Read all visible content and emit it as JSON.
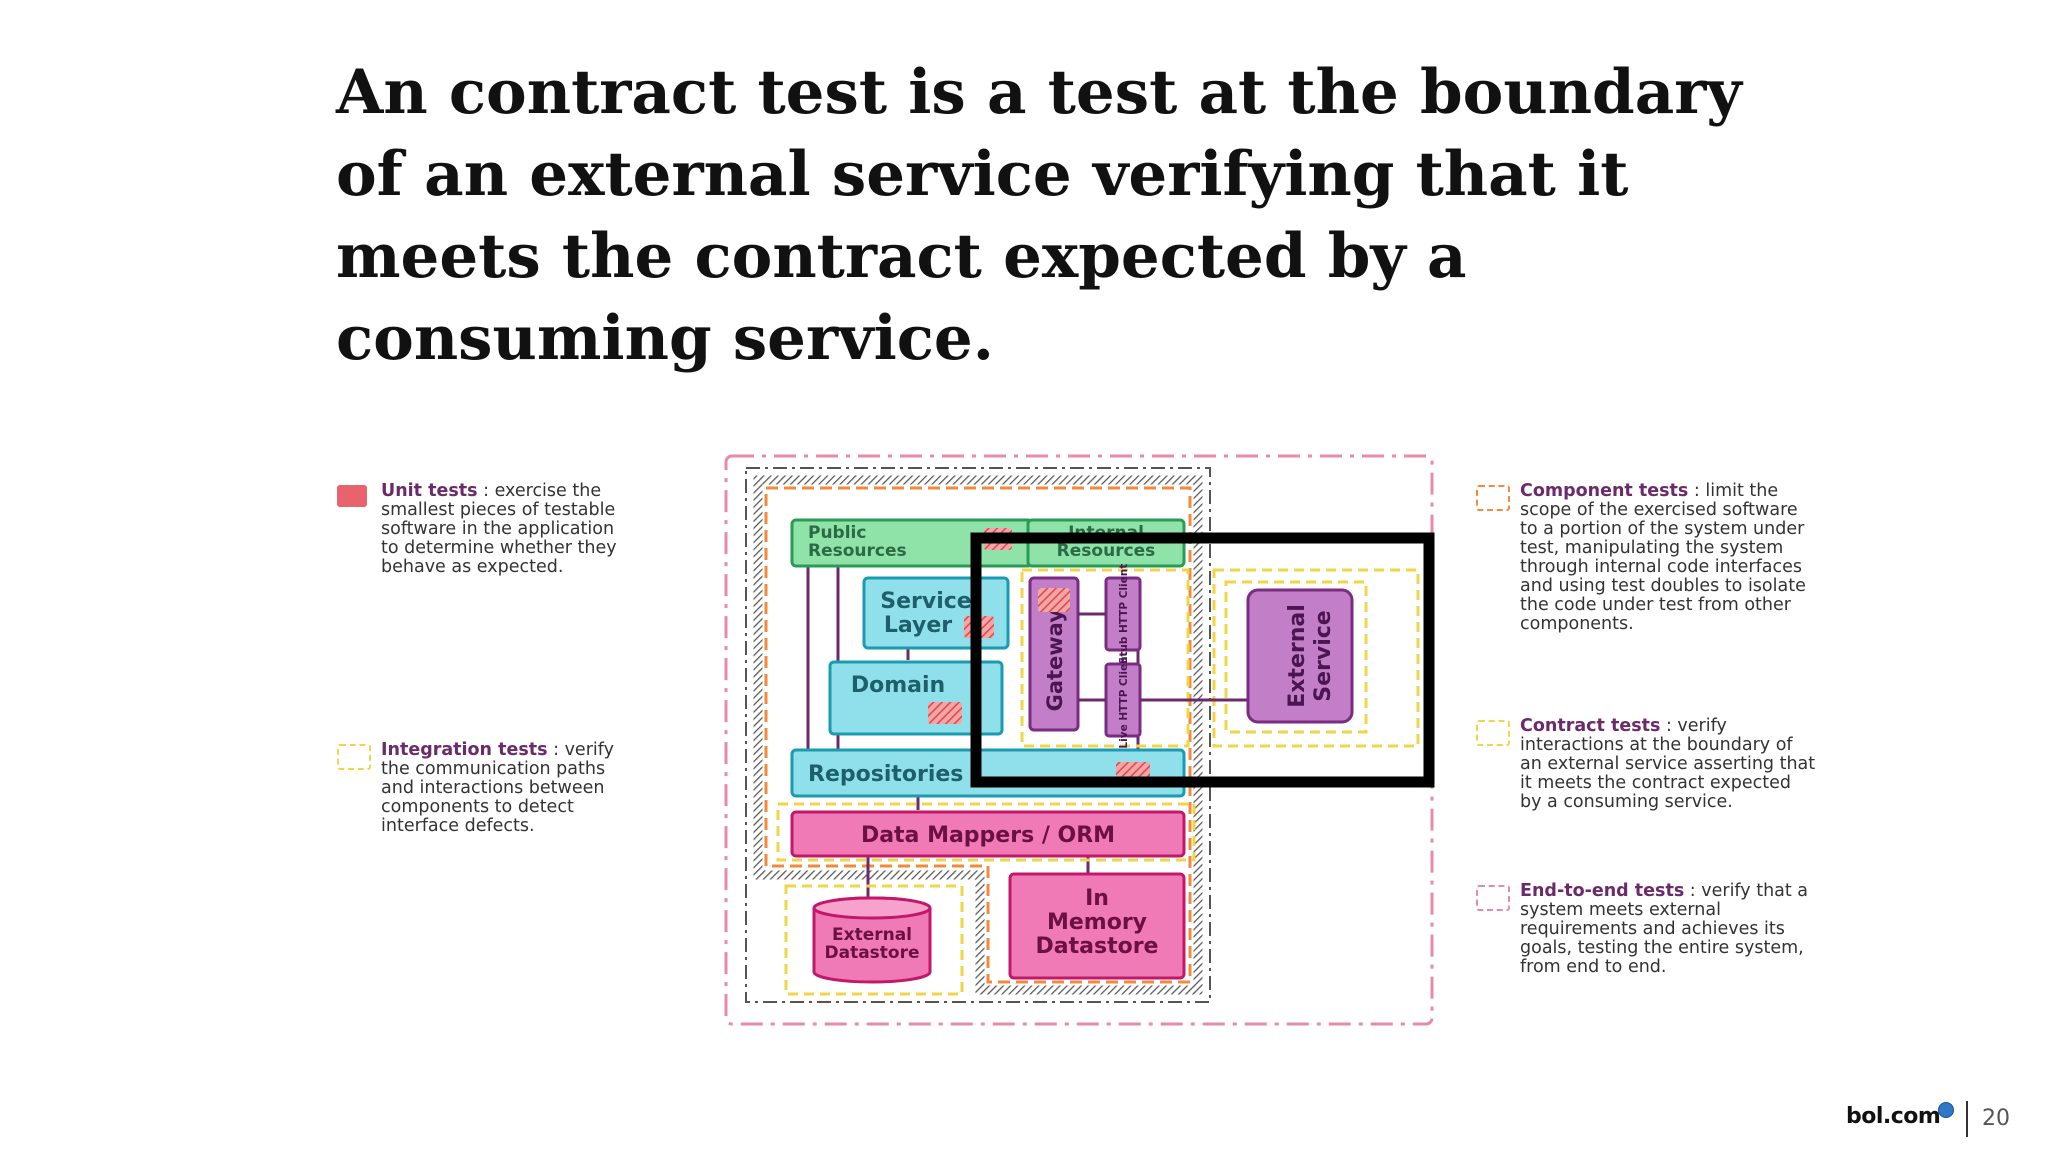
{
  "slide": {
    "title_lines": [
      "An contract test is a test at the boundary",
      "of an external service verifying that it",
      "meets the contract expected by a",
      "consuming service."
    ],
    "page_number": "20"
  },
  "branding": {
    "logo": "bol.com"
  },
  "legend_left": [
    {
      "term": "Unit tests",
      "desc": " : exercise the smallest pieces of testable software in the application to determine whether they behave as expected.",
      "color": "#e8636b",
      "style": "filled"
    },
    {
      "term": "Integration tests",
      "desc": " : verify the communication paths and interactions between components to detect interface defects.",
      "color": "#f2d44a",
      "style": "dashed"
    }
  ],
  "legend_right": [
    {
      "term": "Component tests",
      "desc": " : limit the scope of the exercised software to a portion of the system under test, manipulating the system through internal code interfaces and using test doubles to isolate the code under test from other components.",
      "color": "#f08a3c",
      "style": "dashed"
    },
    {
      "term": "Contract tests",
      "desc": " : verify interactions at the boundary of an external service asserting that it meets the contract expected by a consuming service.",
      "color": "#f2d44a",
      "style": "dashed"
    },
    {
      "term": "End-to-end tests",
      "desc": " : verify that a system meets external requirements and achieves its goals, testing the entire system, from end to end.",
      "color": "#e58aa8",
      "style": "dashed"
    }
  ],
  "diagram": {
    "public_resources": "Public Resources",
    "internal_resources": "Internal Resources",
    "service_layer": "Service Layer",
    "domain": "Domain",
    "repositories": "Repositories",
    "data_mappers": "Data Mappers / ORM",
    "gateways": "Gateways",
    "stub_http_client": "Stub HTTP Client",
    "live_http_client": "Live HTTP Client",
    "external_service": "External Service",
    "external_datastore": "External Datastore",
    "in_memory_datastore": "In Memory Datastore"
  },
  "colors": {
    "green": "#8fe3a8",
    "cyan": "#8fe0ea",
    "pink": "#f07ab6",
    "purple": "#c27fc8",
    "unit_red": "#e8636b",
    "highlight": "#000000"
  }
}
